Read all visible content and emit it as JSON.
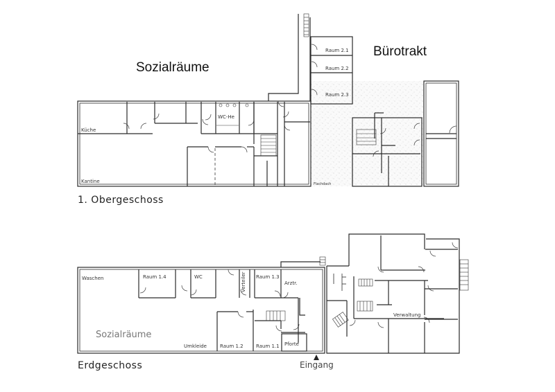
{
  "upper_floor": {
    "title": "1. Obergeschoss",
    "sections": {
      "social": "Sozialräume",
      "office": "Bürotrakt"
    },
    "rooms": {
      "kitchen": "Küche",
      "canteen": "Kantine",
      "wc": "WC-He",
      "room_2_1": "Raum  2.1",
      "room_2_2": "Raum  2.2",
      "room_2_3": "Raum  2.3",
      "flat_roof": "Flachdach"
    }
  },
  "ground_floor": {
    "title": "Erdgeschoss",
    "entrance": "Eingang",
    "entrance_icon": "triangle-entrance-marker",
    "rooms": {
      "washing": "Waschen",
      "room_1_4": "Raum  1.4",
      "wc": "WC",
      "distributor": "Verteiler",
      "room_1_3": "Raum  1.3",
      "doctor": "Arztr.",
      "social": "Sozialräume",
      "changing": "Umkleide",
      "room_1_2": "Raum  1.2",
      "room_1_1": "Raum  1.1",
      "gate": "Pforte",
      "administration": "Verwaltung"
    }
  },
  "colors": {
    "wall": "#2a2a2a",
    "roof_texture": "#d8d8d8",
    "background": "#ffffff"
  }
}
